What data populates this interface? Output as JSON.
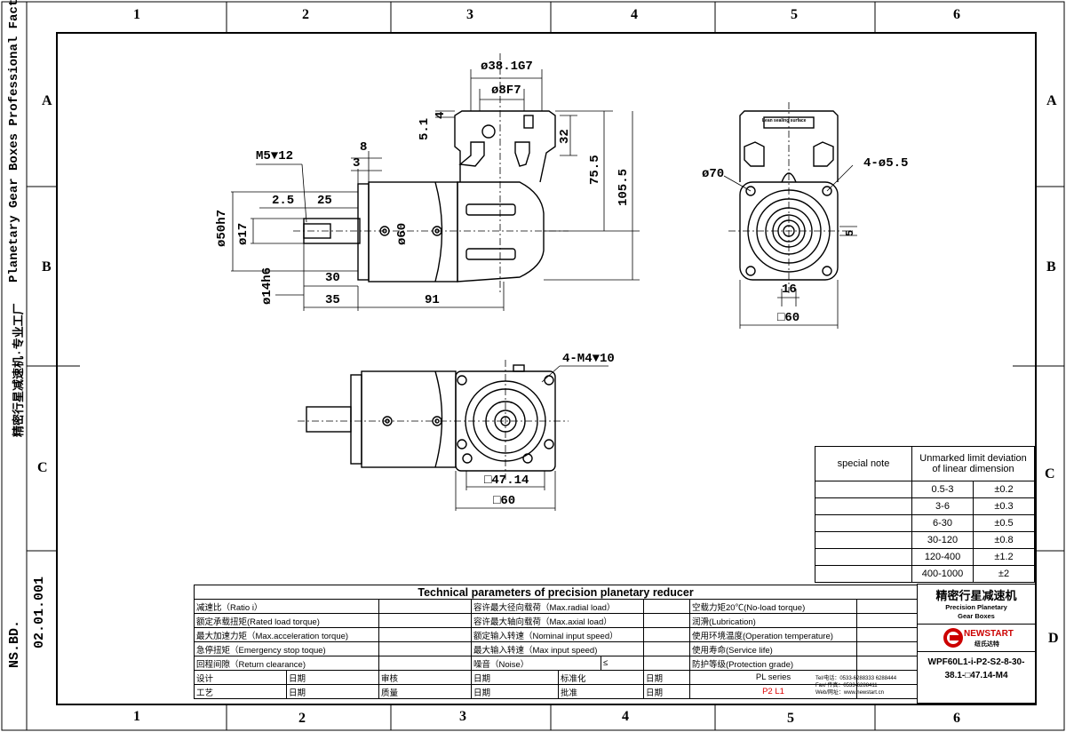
{
  "frame": {
    "zone_cols": [
      "1",
      "2",
      "3",
      "4",
      "5",
      "6"
    ],
    "zone_rows": [
      "A",
      "B",
      "C",
      "D"
    ],
    "left_vertical_en": "Planetary Gear Boxes Professional Factory",
    "left_vertical_cn": "精密行星减速机·专业工厂",
    "drawing_no_1": "NS.BD.",
    "drawing_no_2": "02.01.001"
  },
  "dims": {
    "d38": "ø38.1G7",
    "d8f7": "ø8F7",
    "d4": "4",
    "d51": "5.1",
    "d32": "32",
    "d755": "75.5",
    "d1055": "105.5",
    "d8": "8",
    "d3": "3",
    "m5": "M5▼12",
    "d25a": "2.5",
    "d25": "25",
    "d50": "ø50h7",
    "d17": "ø17",
    "d60": "ø60",
    "d30": "30",
    "d14": "ø14h6",
    "d35": "35",
    "d91": "91",
    "d70": "ø70",
    "d455": "4-ø5.5",
    "d5": "5",
    "d16": "16",
    "sq60a": "□60",
    "m4": "4-M4▼10",
    "sq4714": "□47.14",
    "sq60b": "□60",
    "plate": "Lean sealing surface"
  },
  "tolerance": {
    "special_note": "special note",
    "header_1": "Unmarked limit deviation",
    "header_2": "of linear dimension",
    "rows": [
      {
        "range": "0.5-3",
        "dev": "±0.2"
      },
      {
        "range": "3-6",
        "dev": "±0.3"
      },
      {
        "range": "6-30",
        "dev": "±0.5"
      },
      {
        "range": "30-120",
        "dev": "±0.8"
      },
      {
        "range": "120-400",
        "dev": "±1.2"
      },
      {
        "range": "400-1000",
        "dev": "±2"
      }
    ]
  },
  "params": {
    "title": "Technical parameters of precision planetary reducer",
    "r1": [
      "减速比（Ratio i）",
      "容许最大径向载荷（Max.radial load）",
      "空载力矩20℃(No-load torque)"
    ],
    "r2": [
      "额定承载扭矩(Rated load torque)",
      "容许最大轴向载荷（Max.axial load）",
      "润滑(Lubrication)"
    ],
    "r3": [
      "最大加速力矩（Max.acceleration torque)",
      "额定输入转速（Nominal input speed）",
      "使用环境温度(Operation temperature)"
    ],
    "r4": [
      "急停扭矩（Emergency stop toque)",
      "最大输入转速（Max input speed)",
      "使用寿命(Service life)"
    ],
    "r5": [
      "回程间隙（Return clearance)",
      "噪音（Noise）",
      "≤",
      "防护等级(Protection grade)"
    ],
    "s1": [
      "设计",
      "日期",
      "审核",
      "日期",
      "标准化",
      "日期",
      "PL  series"
    ],
    "s2": [
      "工艺",
      "日期",
      "质量",
      "日期",
      "批准",
      "日期",
      "P2 L1"
    ]
  },
  "company": {
    "cn_title": "精密行星减速机",
    "en_1": "Precision Planetary",
    "en_2": "Gear Boxes",
    "logo": "NEWSTART",
    "logo_cn": "纽氏达特",
    "model_1": "WPF60L1-i-P2-S2-8-30-",
    "model_2": "38.1-□47.14-M4",
    "tel": "Tel/电话：0533-6288333 6288444",
    "fax": "Fax/ 传真：0533-6288411",
    "web": "Web/网址：www.newstart.cn"
  }
}
